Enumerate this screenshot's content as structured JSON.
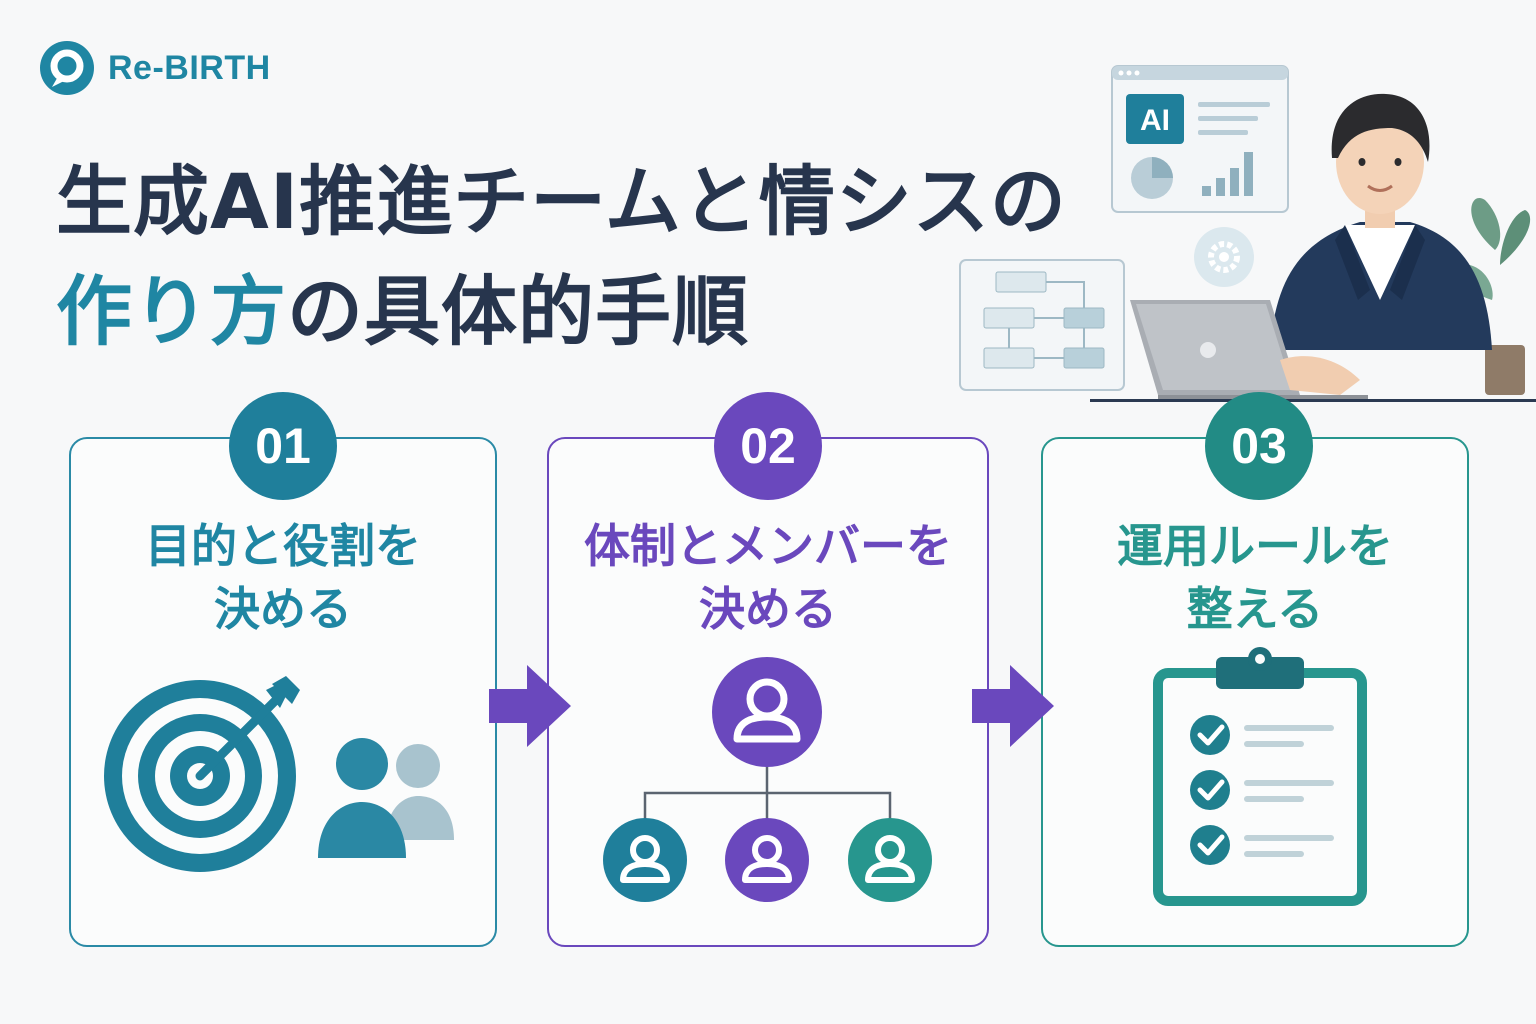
{
  "brand": {
    "name": "Re-BIRTH",
    "color": "#1f86a3"
  },
  "title": {
    "line1": "生成AI推進チームと情シスの",
    "line2_accent": "作り方",
    "line2_rest": "の具体的手順"
  },
  "illustration": {
    "screen_badge": "AI"
  },
  "steps": [
    {
      "number": "01",
      "line1": "目的と役割を",
      "line2": "決める",
      "color": "#1f86a3",
      "icon": "target-people-icon"
    },
    {
      "number": "02",
      "line1": "体制とメンバーを",
      "line2": "決める",
      "color": "#6a48bd",
      "icon": "org-chart-icon"
    },
    {
      "number": "03",
      "line1": "運用ルールを",
      "line2": "整える",
      "color": "#27968e",
      "icon": "checklist-icon"
    }
  ],
  "colors": {
    "navy": "#27354d",
    "teal": "#1f86a3",
    "purple": "#6a48bd",
    "green": "#27968e",
    "arrow": "#6a48bd"
  }
}
